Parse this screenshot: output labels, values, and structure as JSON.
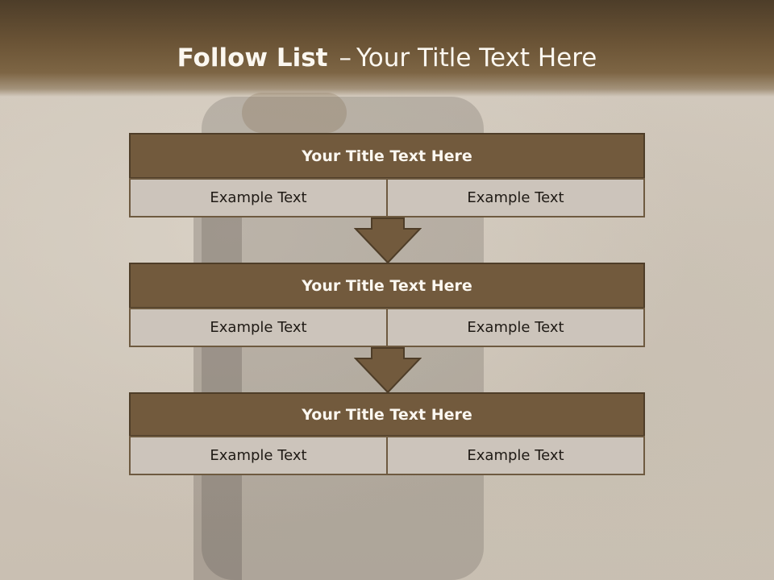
{
  "slide": {
    "title_bold": "Follow List",
    "title_dash": "–",
    "title_rest": "Your Title Text Here"
  },
  "blocks": [
    {
      "title": "Your Title Text Here",
      "left": "Example Text",
      "right": "Example Text"
    },
    {
      "title": "Your Title Text Here",
      "left": "Example Text",
      "right": "Example Text"
    },
    {
      "title": "Your Title Text Here",
      "left": "Example Text",
      "right": "Example Text"
    }
  ],
  "colors": {
    "header_dark": "#4d3d29",
    "block_header": "#725a3d",
    "cell_fill": "#ccc4bb",
    "arrow_fill": "#725a3d"
  }
}
